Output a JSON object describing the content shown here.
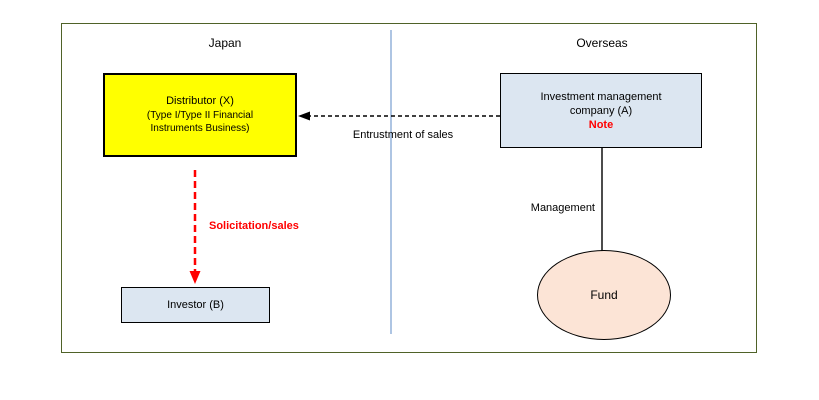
{
  "diagram": {
    "regions": {
      "japan_label": "Japan",
      "overseas_label": "Overseas"
    },
    "nodes": {
      "distributor": {
        "title": "Distributor (X)",
        "subtitle": "(Type I/Type II Financial Instruments Business)"
      },
      "investment_company": {
        "title": "Investment management company (A)",
        "note": "Note"
      },
      "investor": {
        "label": "Investor (B)"
      },
      "fund": {
        "label": "Fund"
      }
    },
    "edges": {
      "entrustment": {
        "label": "Entrustment of sales"
      },
      "solicitation": {
        "label": "Solicitation/sales"
      },
      "management": {
        "label": "Management"
      }
    }
  },
  "colors": {
    "frame_border": "#4f6228",
    "divider": "#aec5e3",
    "distributor_fill": "#ffff00",
    "node_fill_blue": "#dce6f1",
    "fund_fill": "#fce4d6",
    "highlight_red": "#ff0000"
  }
}
